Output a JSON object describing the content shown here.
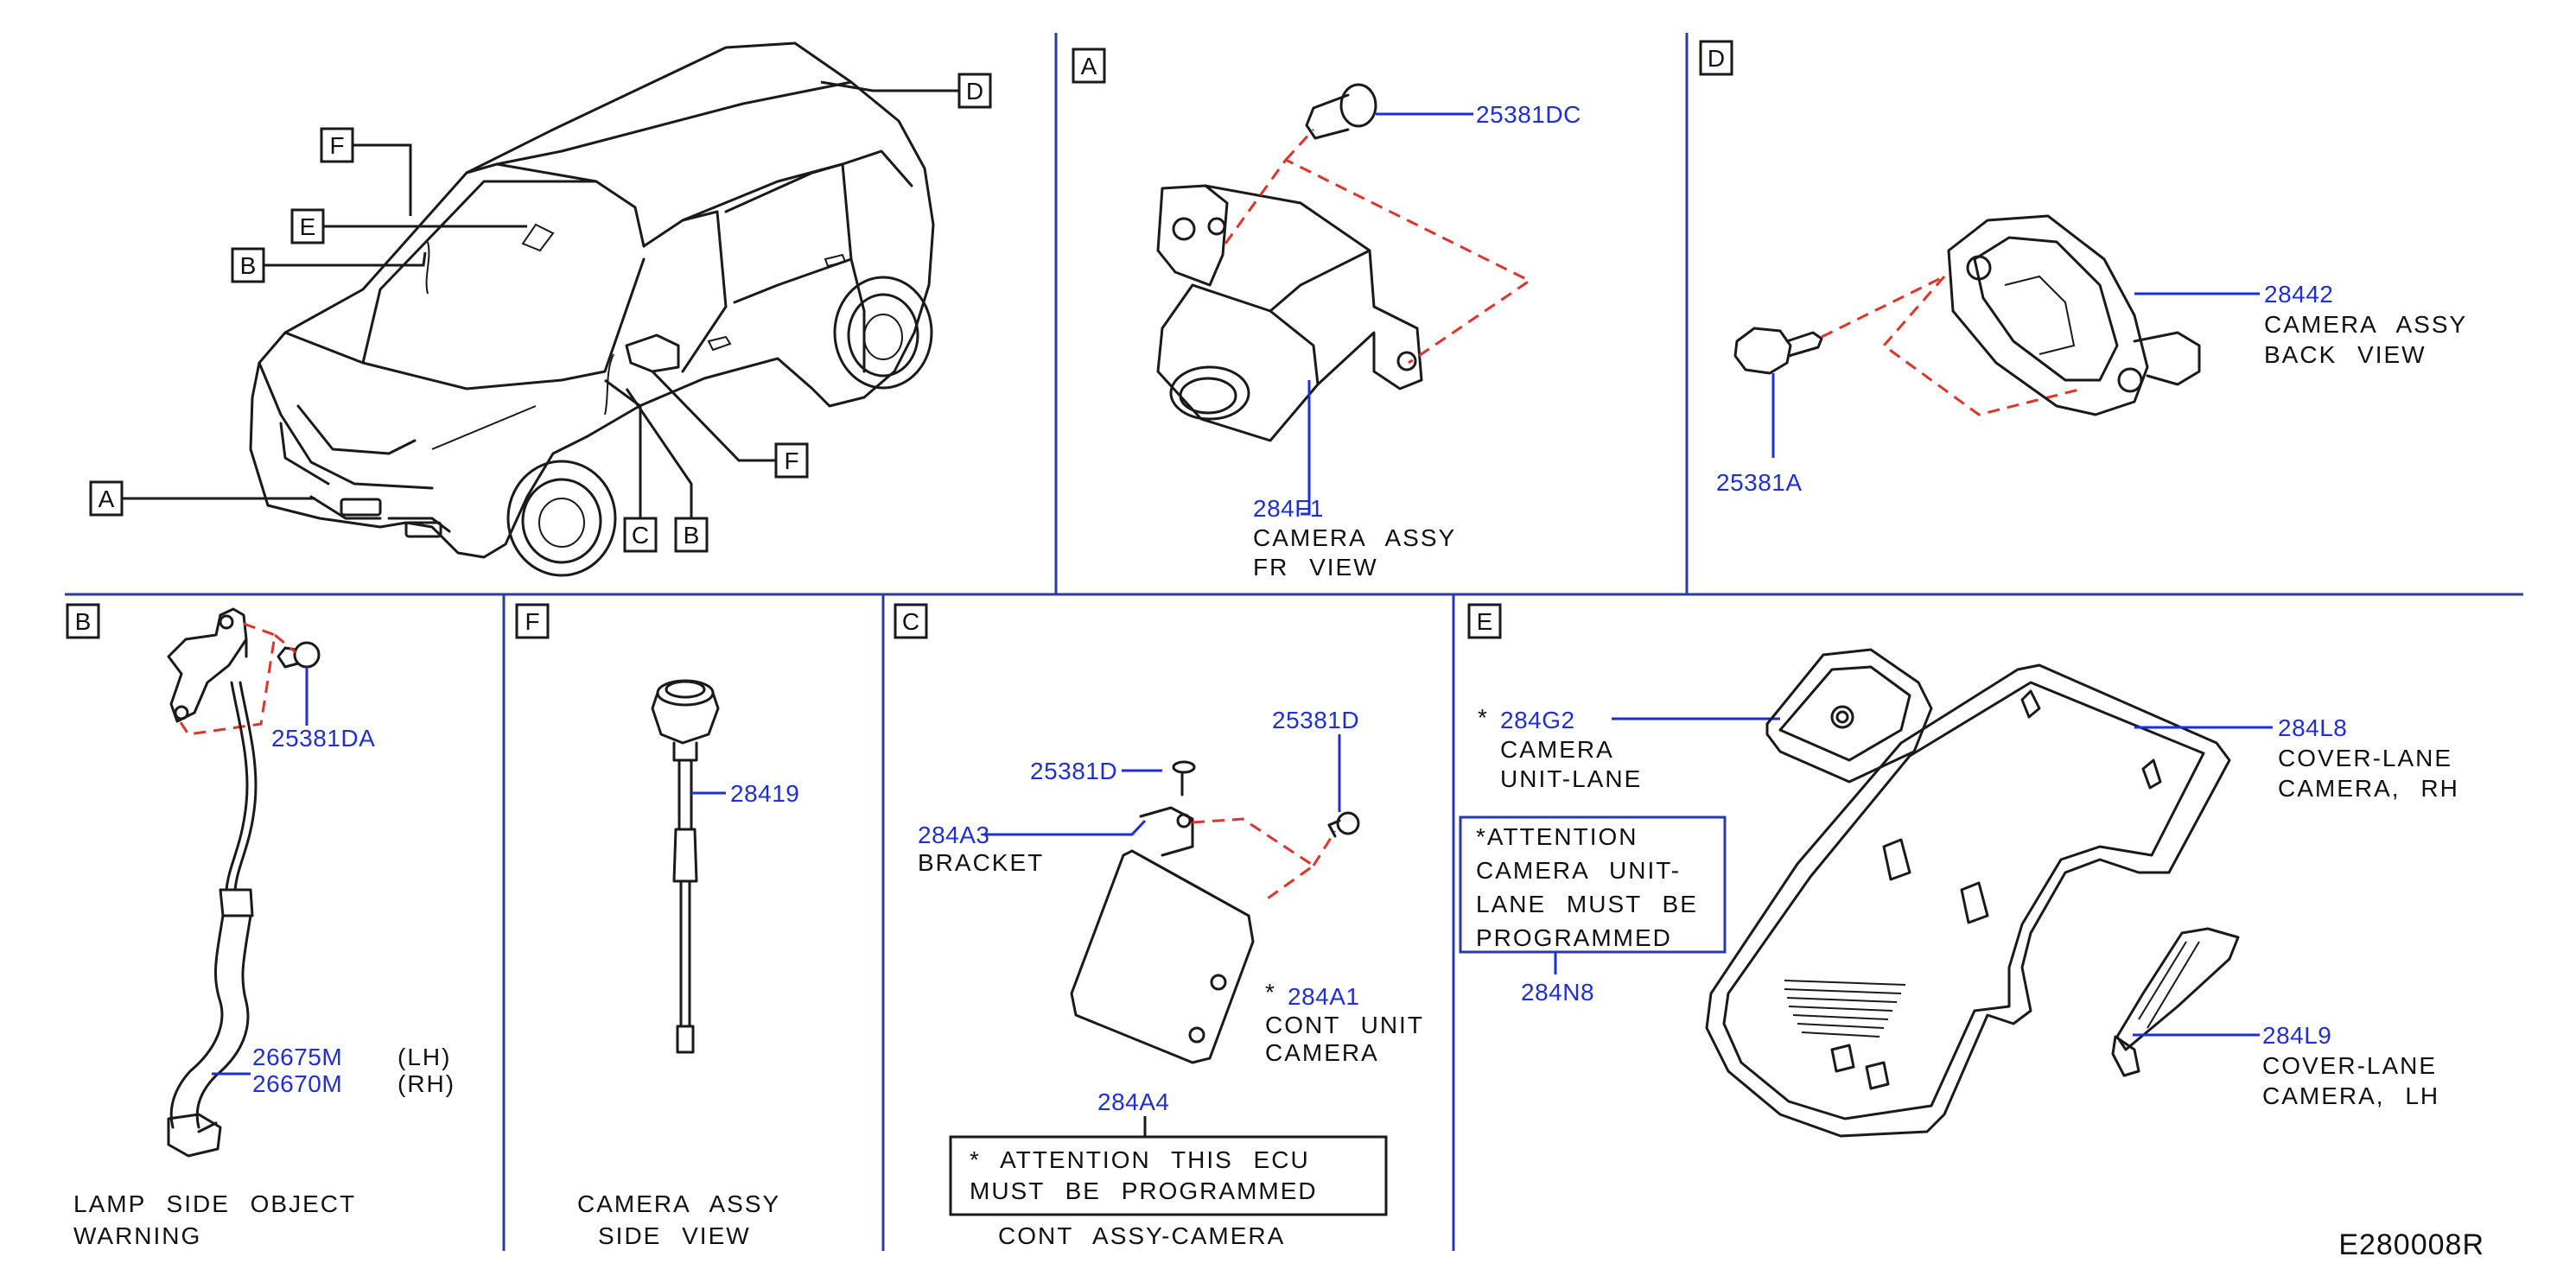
{
  "drawing_code": "E280008R",
  "colors": {
    "part_number": "#1f2fd8",
    "divider": "#2a3aa8",
    "dashed_link": "#e0342a",
    "line": "#1a1a1a"
  },
  "overview": {
    "callouts": [
      "A",
      "B",
      "C",
      "D",
      "E",
      "F"
    ]
  },
  "section_a": {
    "tag": "A",
    "clip_pn": "25381DC",
    "camera_pn": "284F1",
    "camera_desc": [
      "CAMERA ASSY",
      "FR VIEW"
    ]
  },
  "section_d": {
    "tag": "D",
    "camera_pn": "28442",
    "camera_desc": [
      "CAMERA ASSY",
      "BACK VIEW"
    ],
    "bolt_pn": "25381A"
  },
  "section_b": {
    "tag": "B",
    "clip_pn": "25381DA",
    "harness_pn_lh": "26675M",
    "harness_side_lh": "(LH)",
    "harness_pn_rh": "26670M",
    "harness_side_rh": "(RH)",
    "caption": [
      "LAMP SIDE OBJECT",
      "WARNING"
    ]
  },
  "section_f": {
    "tag": "F",
    "camera_pn": "28419",
    "caption": [
      "CAMERA ASSY",
      "SIDE VIEW"
    ]
  },
  "section_c": {
    "tag": "C",
    "clip_pn_right": "25381D",
    "clip_pn_left": "25381D",
    "bracket_pn": "284A3",
    "bracket_desc": "BRACKET",
    "unit_mark": "*",
    "unit_pn": "284A1",
    "unit_desc": [
      "CONT UNIT",
      "CAMERA"
    ],
    "assy_pn": "284A4",
    "attention": [
      "* ATTENTION THIS ECU",
      "MUST BE PROGRAMMED"
    ],
    "caption": "CONT ASSY-CAMERA"
  },
  "section_e": {
    "tag": "E",
    "camera_mark": "*",
    "camera_pn": "284G2",
    "camera_desc": [
      "CAMERA",
      "UNIT-LANE"
    ],
    "attention": [
      "*ATTENTION",
      "CAMERA UNIT-",
      "LANE MUST BE",
      "PROGRAMMED"
    ],
    "attention_pn": "284N8",
    "cover_rh_pn": "284L8",
    "cover_rh_desc": [
      "COVER-LANE",
      "CAMERA, RH"
    ],
    "cover_lh_pn": "284L9",
    "cover_lh_desc": [
      "COVER-LANE",
      "CAMERA, LH"
    ]
  }
}
